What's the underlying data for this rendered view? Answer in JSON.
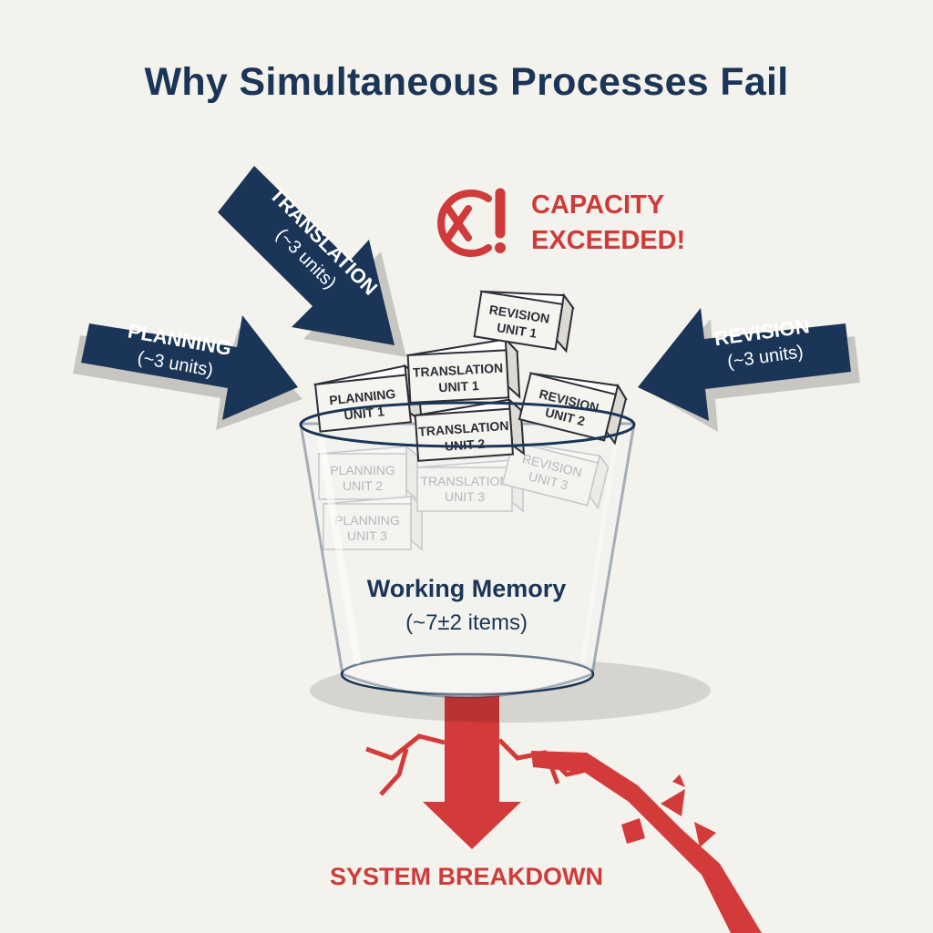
{
  "title": "Why Simultaneous Processes Fail",
  "alert": {
    "line1": "CAPACITY",
    "line2": "EXCEEDED!",
    "icon": "capacity-error-icon",
    "color": "#cf3a3a"
  },
  "arrows": {
    "translation": {
      "label": "TRANSLATION",
      "units": "(~3 units)"
    },
    "planning": {
      "label": "PLANNING",
      "units": "(~3 units)"
    },
    "revision": {
      "label": "REVISION",
      "units": "(~3 units)"
    }
  },
  "blocks": {
    "revision_1": {
      "line1": "REVISION",
      "line2": "UNIT 1"
    },
    "translation_1": {
      "line1": "TRANSLATION",
      "line2": "UNIT 1"
    },
    "planning_1": {
      "line1": "PLANNING",
      "line2": "UNIT 1"
    },
    "translation_2": {
      "line1": "TRANSLATION",
      "line2": "UNIT 2"
    },
    "revision_2": {
      "line1": "REVISION",
      "line2": "UNIT 2"
    },
    "planning_2": {
      "line1": "PLANNING",
      "line2": "UNIT 2"
    },
    "translation_3": {
      "line1": "TRANSLATION",
      "line2": "UNIT 3"
    },
    "revision_3": {
      "line1": "REVISION",
      "line2": "UNIT 3"
    },
    "planning_3": {
      "line1": "PLANNING",
      "line2": "UNIT 3"
    }
  },
  "memory": {
    "label": "Working Memory",
    "capacity": "(~7±2 items)"
  },
  "breakdown": {
    "label": "SYSTEM BREAKDOWN"
  },
  "colors": {
    "navy": "#1b3558",
    "red": "#cf3a3a",
    "background": "#f4f2ec"
  }
}
